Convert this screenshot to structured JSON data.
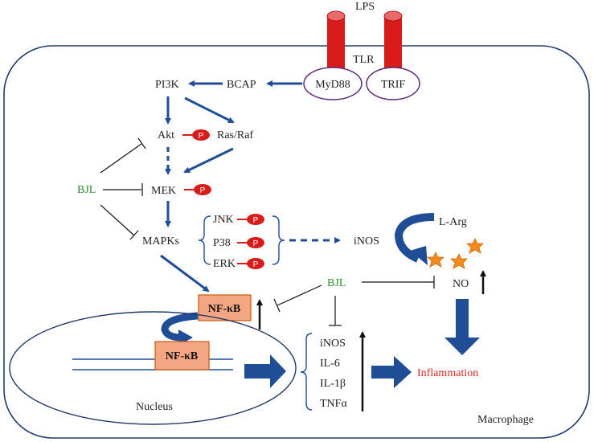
{
  "labels": {
    "lps": "LPS",
    "tlr": "TLR",
    "myd88": "MyD88",
    "trif": "TRIF",
    "pi3k": "PI3K",
    "bcap": "BCAP",
    "akt": "Akt",
    "ras_raf": "Ras/Raf",
    "bjl_left": "BJL",
    "mek": "MEK",
    "mapks": "MAPKs",
    "jnk": "JNK",
    "p38": "P38",
    "erk": "ERK",
    "inos_mid": "iNOS",
    "l_arg": "L-Arg",
    "bjl_mid": "BJL",
    "no": "NO",
    "nfkb_cyto": "NF-κB",
    "nfkb_nuc": "NF-κB",
    "out_inos": "iNOS",
    "out_il6": "IL-6",
    "out_il1b": "IL-1β",
    "out_tnfa": "TNFα",
    "inflammation": "Inflammation",
    "nucleus": "Nucleus",
    "macrophage": "Macrophage",
    "phospho": "P"
  },
  "colors": {
    "arrow_blue": "#1f4e96",
    "receptor_red": "#d81c1c",
    "nfkb_box": "#f4a582",
    "nfkb_border": "#c55a11",
    "membrane_purple": "#5b2c7a",
    "no_orange": "#f28a1e",
    "bjl_green": "#2e8b2e",
    "inflammation_red": "#d42a2a"
  },
  "icons": {
    "phospho": "phospho-tag-icon",
    "no_molecule": "star-burst-icon",
    "receptor": "receptor-tube-icon"
  }
}
